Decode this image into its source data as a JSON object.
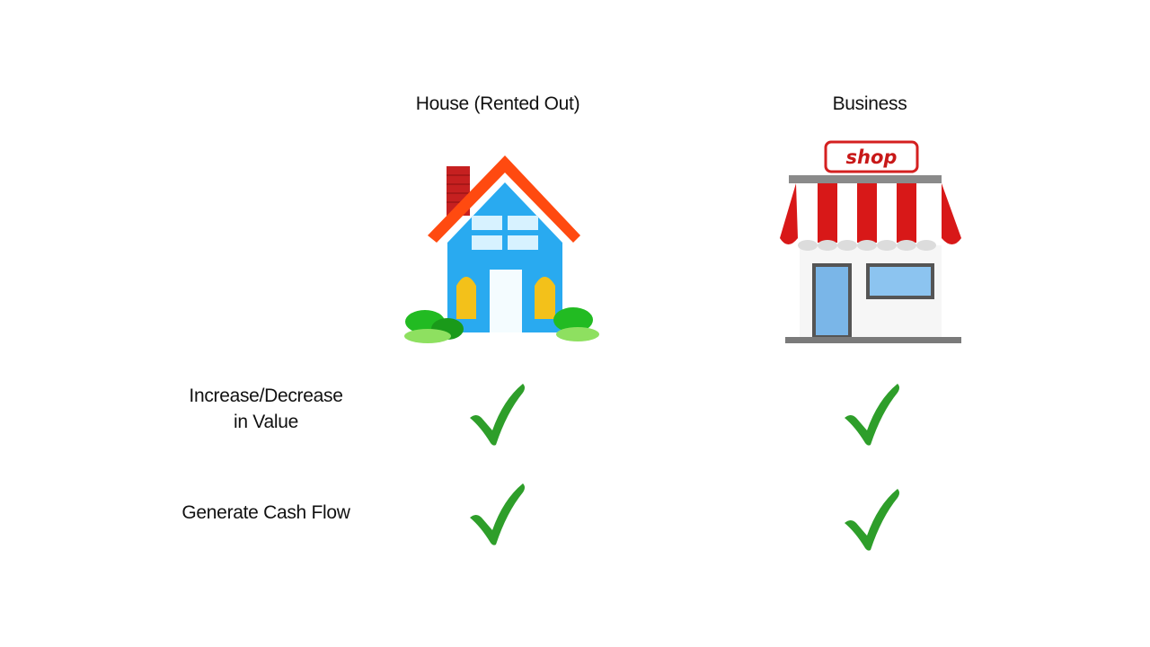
{
  "columns": [
    {
      "header": "House (Rented Out)",
      "icon": "house-icon"
    },
    {
      "header": "Business",
      "icon": "shop-icon",
      "sign_text": "shop"
    }
  ],
  "rows": [
    {
      "label_line1": "Increase/Decrease",
      "label_line2": "in Value",
      "values": [
        "check",
        "check"
      ]
    },
    {
      "label_line1": "Generate Cash Flow",
      "label_line2": "",
      "values": [
        "check",
        "check"
      ]
    }
  ],
  "colors": {
    "check_green": "#2e9e2a",
    "house_blue": "#29aaf0",
    "roof_orange": "#ff4a10",
    "awning_red": "#d81818"
  }
}
